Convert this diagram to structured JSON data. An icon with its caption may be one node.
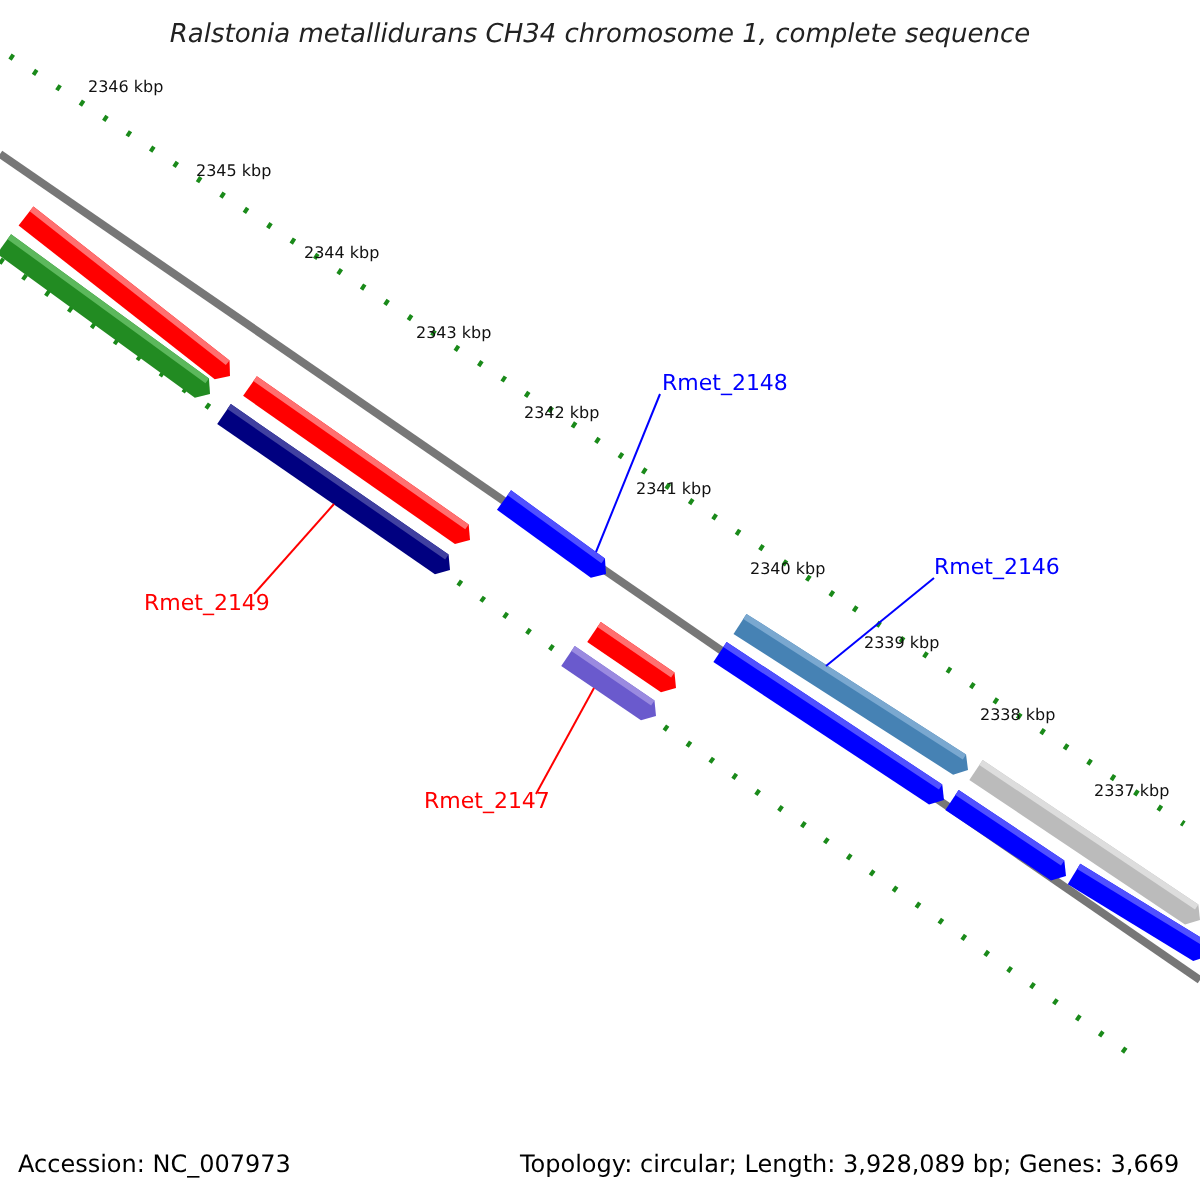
{
  "diagram": {
    "title": "Ralstonia metallidurans CH34 chromosome 1, complete sequence",
    "nodes": [
      {
        "text": [],
        "shape": "bar"
      },
      {
        "text": [],
        "shape": "bar"
      },
      {
        "text": [],
        "shape": "bar"
      },
      {
        "text": [],
        "shape": "bar"
      },
      {
        "text": [
          "Rmet_2149"
        ]
      },
      {
        "text": [
          "Rmet_2148"
        ]
      },
      {
        "text": [],
        "shape": "bar"
      },
      {
        "text": [],
        "shape": "bar"
      },
      {
        "text": [],
        "shape": "bar"
      },
      {
        "text": [
          "Rmet_2147"
        ]
      },
      {
        "text": [
          "Rmet_2146"
        ]
      },
      {
        "text": [],
        "shape": "bar"
      },
      {
        "text": [],
        "shape": "bar"
      },
      {
        "text": [],
        "shape": "bar"
      },
      {
        "text": [],
        "shape": "bar"
      },
      {
        "text": [],
        "shape": "bar"
      }
    ],
    "edges": [
      {
        "from": 5,
        "to": 6,
        "arrow": "none",
        "color": "#0000ff"
      },
      {
        "from": 4,
        "to": 3,
        "arrow": "none",
        "color": "#ff0000"
      },
      {
        "from": 9,
        "to": 8,
        "arrow": "none",
        "color": "#ff0000"
      },
      {
        "from": 10,
        "to": 11,
        "arrow": "none",
        "color": "#0000ff"
      }
    ],
    "labels": [
      "2346 kbp",
      "2345 kbp",
      "2344 kbp",
      "2343 kbp",
      "2342 kbp",
      "2341 kbp",
      "2340 kbp",
      "2339 kbp",
      "2338 kbp",
      "2337 kbp",
      "Accession: NC_007973",
      "Topology: circular; Length: 3,928,089 bp; Genes: 3,669"
    ]
  }
}
